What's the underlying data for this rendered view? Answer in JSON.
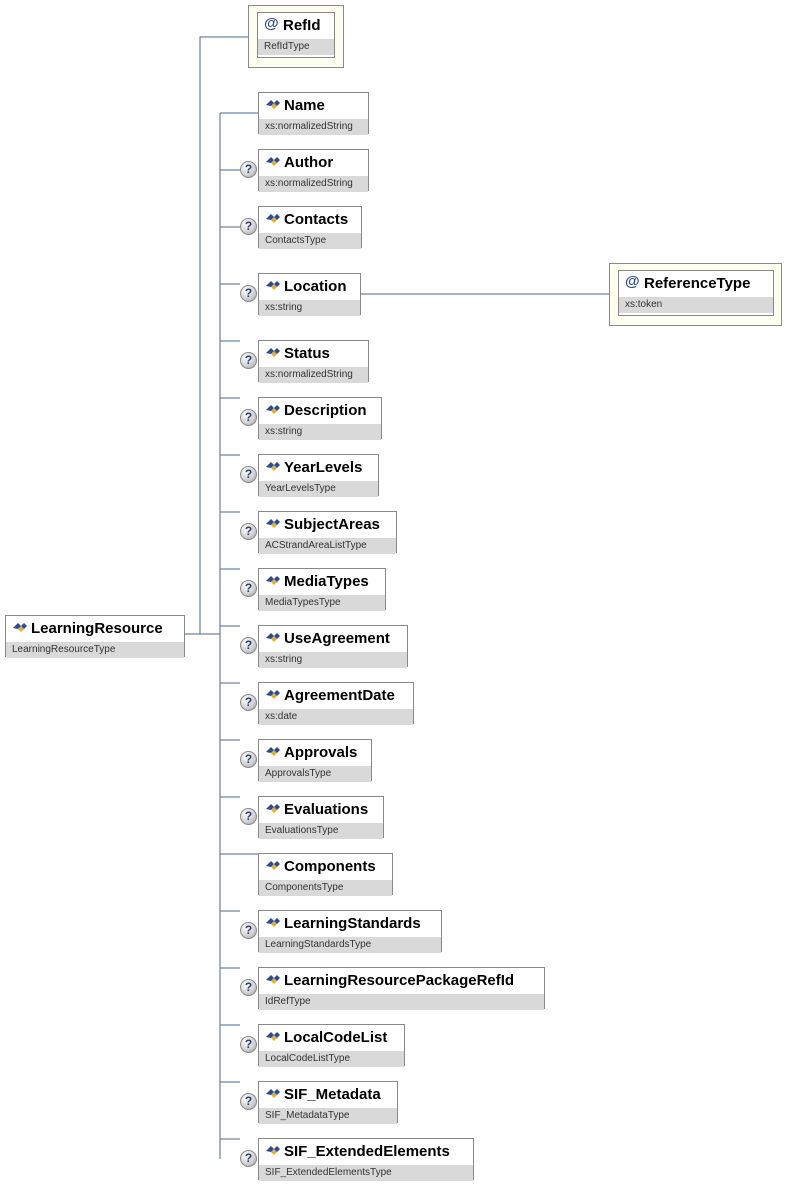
{
  "root": {
    "name": "LearningResource",
    "type": "LearningResourceType"
  },
  "attribute": {
    "name": "RefId",
    "type": "RefIdType"
  },
  "location_attribute": {
    "name": "ReferenceType",
    "type": "xs:token"
  },
  "optional_marker": "?",
  "attribute_marker": "@",
  "colors": {
    "line": "#4a6a8a",
    "attr_bg": "#fffff0",
    "type_bar": "#d9d9d9",
    "icon_blue": "#2b4a90",
    "icon_gold": "#e0b030"
  },
  "icon": "element-diamond-icon",
  "elements": [
    {
      "name": "Name",
      "type": "xs:normalizedString",
      "optional": false
    },
    {
      "name": "Author",
      "type": "xs:normalizedString",
      "optional": true
    },
    {
      "name": "Contacts",
      "type": "ContactsType",
      "optional": true
    },
    {
      "name": "Location",
      "type": "xs:string",
      "optional": true
    },
    {
      "name": "Status",
      "type": "xs:normalizedString",
      "optional": true
    },
    {
      "name": "Description",
      "type": "xs:string",
      "optional": true
    },
    {
      "name": "YearLevels",
      "type": "YearLevelsType",
      "optional": true
    },
    {
      "name": "SubjectAreas",
      "type": "ACStrandAreaListType",
      "optional": true
    },
    {
      "name": "MediaTypes",
      "type": "MediaTypesType",
      "optional": true
    },
    {
      "name": "UseAgreement",
      "type": "xs:string",
      "optional": true
    },
    {
      "name": "AgreementDate",
      "type": "xs:date",
      "optional": true
    },
    {
      "name": "Approvals",
      "type": "ApprovalsType",
      "optional": true
    },
    {
      "name": "Evaluations",
      "type": "EvaluationsType",
      "optional": true
    },
    {
      "name": "Components",
      "type": "ComponentsType",
      "optional": false
    },
    {
      "name": "LearningStandards",
      "type": "LearningStandardsType",
      "optional": true
    },
    {
      "name": "LearningResourcePackageRefId",
      "type": "IdRefType",
      "optional": true
    },
    {
      "name": "LocalCodeList",
      "type": "LocalCodeListType",
      "optional": true
    },
    {
      "name": "SIF_Metadata",
      "type": "SIF_MetadataType",
      "optional": true
    },
    {
      "name": "SIF_ExtendedElements",
      "type": "SIF_ExtendedElementsType",
      "optional": true
    }
  ]
}
